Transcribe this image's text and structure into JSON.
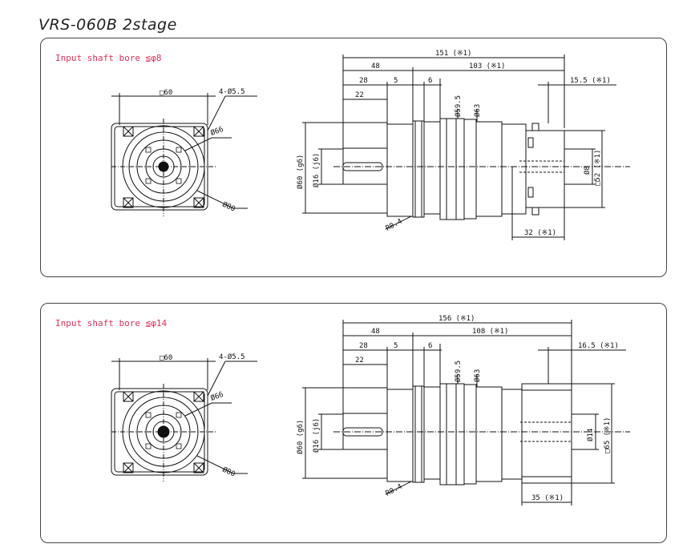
{
  "title": "VRS-060B  2stage",
  "colors": {
    "accent": "#e0305a",
    "line": "#111111"
  },
  "panels": [
    {
      "bore_label": "Input shaft bore  ≦φ8",
      "front": {
        "square": "□60",
        "holes": "4-Ø5.5",
        "pcd_inner": "Ø66",
        "pcd_outer": "Ø80"
      },
      "side": {
        "overall": "151 (※1)",
        "d48": "48",
        "d103": "103 (※1)",
        "d15": "15.5 (※1)",
        "d28": "28",
        "d5": "5",
        "d6": "6",
        "d22": "22",
        "d595": "Ø59.5",
        "d63": "Ø63",
        "d60": "Ø60 (g6)",
        "d16": "Ø16 (j6)",
        "r04": "R0.4",
        "dbore": "Ø8",
        "dsq": "□52 (※1)",
        "dlen": "32 (※1)"
      }
    },
    {
      "bore_label": "Input shaft bore  ≦φ14",
      "front": {
        "square": "□60",
        "holes": "4-Ø5.5",
        "pcd_inner": "Ø66",
        "pcd_outer": "Ø80"
      },
      "side": {
        "overall": "156 (※1)",
        "d48": "48",
        "d103": "108 (※1)",
        "d15": "16.5 (※1)",
        "d28": "28",
        "d5": "5",
        "d6": "6",
        "d22": "22",
        "d595": "Ø59.5",
        "d63": "Ø63",
        "d60": "Ø60 (g6)",
        "d16": "Ø16 (j6)",
        "r04": "R0.4",
        "dbore": "Ø14",
        "dsq": "□65 (※1)",
        "dlen": "35 (※1)"
      }
    }
  ]
}
